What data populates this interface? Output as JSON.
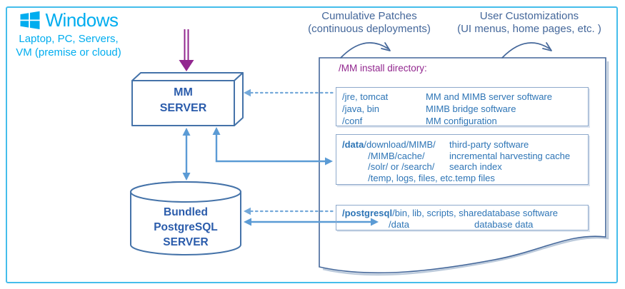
{
  "platform": {
    "brand": "Windows",
    "caption_line1": "Laptop, PC, Servers,",
    "caption_line2": "VM (premise or cloud)"
  },
  "top_labels": {
    "patches_title": "Cumulative Patches",
    "patches_subtitle": "(continuous deployments)",
    "customizations_title": "User Customizations",
    "customizations_subtitle": "(UI menus, home pages, etc. )"
  },
  "nodes": {
    "mm_server": {
      "line1": "MM",
      "line2": "SERVER"
    },
    "postgresql": {
      "line1": "Bundled",
      "line2": "PostgreSQL",
      "line3": "SERVER"
    }
  },
  "install_directory": {
    "title": "/MM install directory:",
    "boxes": [
      {
        "name": "server-software",
        "lines": [
          {
            "bold": "",
            "path": "/jre, tomcat",
            "desc": "MM and MIMB server software"
          },
          {
            "bold": "",
            "path": "/java, bin",
            "desc": "MIMB bridge software"
          },
          {
            "bold": "",
            "path": "/conf",
            "desc": "MM configuration"
          }
        ]
      },
      {
        "name": "data-directory",
        "lines": [
          {
            "bold": "/data",
            "path": "/download/MIMB/",
            "desc": "third-party software"
          },
          {
            "bold": "",
            "path": "          /MIMB/cache/",
            "desc": "incremental harvesting cache"
          },
          {
            "bold": "",
            "path": "          /solr/ or /search/",
            "desc": "search index"
          },
          {
            "bold": "",
            "path": "          /temp, logs, files, etc.",
            "desc": "temp files"
          }
        ]
      },
      {
        "name": "postgresql-directory",
        "lines": [
          {
            "bold": "/postgresql",
            "path": "/bin, lib, scripts, share",
            "desc": "database software"
          },
          {
            "bold": "",
            "path": "                  /data",
            "desc": "database data"
          }
        ]
      }
    ]
  },
  "icons": {
    "windows_logo": "windows-logo",
    "install_arrow": "purple-install-arrow",
    "patches_arrow": "curved-arrow",
    "customizations_arrow": "curved-arrow"
  },
  "colors": {
    "brand_cyan": "#00ADEF",
    "frame_blue": "#45BDEB",
    "accent_purple": "#92278F",
    "steel_blue": "#44679A",
    "node_border": "#4573A9",
    "arrow_blue": "#5B9BD5",
    "dotted_arrow_blue": "#74A9DA",
    "directory_text": "#2E75B6",
    "node_text": "#2B5CAB",
    "box_border": "#8EA9CB"
  }
}
